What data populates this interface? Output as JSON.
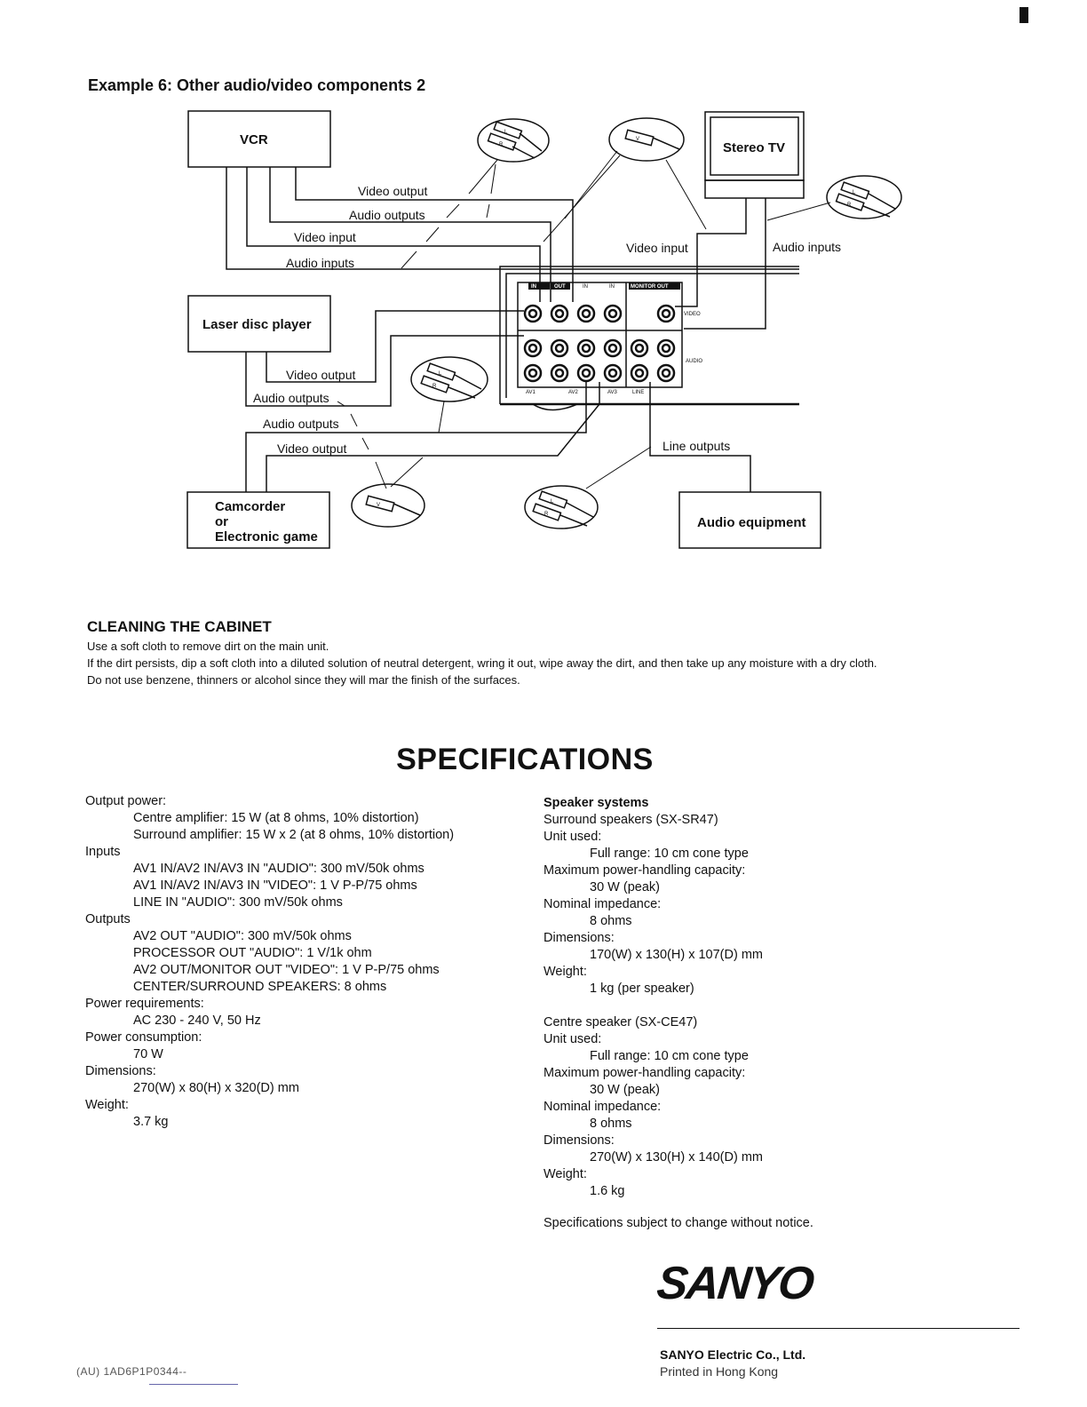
{
  "example_title": "Example 6: Other audio/video components 2",
  "diagram": {
    "vcr": "VCR",
    "stereo_tv": "Stereo TV",
    "laser_disc": "Laser disc player",
    "camcorder_lines": [
      "Camcorder",
      "or",
      "Electronic game"
    ],
    "audio_equipment": "Audio equipment",
    "wire_labels": {
      "vcr_video_output": "Video output",
      "vcr_audio_outputs": "Audio outputs",
      "vcr_video_input": "Video input",
      "vcr_audio_inputs": "Audio inputs",
      "tv_video_input": "Video input",
      "tv_audio_inputs": "Audio inputs",
      "ld_video_output": "Video output",
      "ld_audio_outputs": "Audio outputs",
      "cam_audio_outputs": "Audio outputs",
      "cam_video_output": "Video output",
      "line_outputs": "Line outputs"
    },
    "panel": {
      "in1": "IN",
      "out": "OUT",
      "in2": "IN",
      "in3": "IN",
      "monitor_out": "MONITOR OUT",
      "video": "VIDEO",
      "audio": "AUDIO",
      "av1": "AV1",
      "av2": "AV2",
      "av3": "AV3",
      "line": "LINE"
    },
    "plug_letters": {
      "l": "L",
      "r": "R",
      "v": "V"
    }
  },
  "cleaning": {
    "heading": "CLEANING THE CABINET",
    "lines": [
      "Use a soft cloth to remove dirt on the main unit.",
      "If the dirt persists, dip a soft cloth into a diluted solution of neutral detergent, wring it out, wipe away the dirt, and then take up any moisture with a dry cloth.",
      "Do not use benzene, thinners or alcohol since they will mar the finish of the surfaces."
    ]
  },
  "specifications": {
    "heading": "SPECIFICATIONS",
    "left": {
      "output_power": "Output power:",
      "centre_amp": "Centre amplifier: 15 W (at 8 ohms, 10% distortion)",
      "surround_amp": "Surround amplifier: 15 W x 2 (at 8 ohms, 10% distortion)",
      "inputs": "Inputs",
      "in_audio": "AV1 IN/AV2 IN/AV3 IN \"AUDIO\": 300 mV/50k ohms",
      "in_video": "AV1 IN/AV2 IN/AV3 IN \"VIDEO\": 1 V P-P/75 ohms",
      "line_in": "LINE IN \"AUDIO\": 300 mV/50k ohms",
      "outputs": "Outputs",
      "av2_out_audio": "AV2 OUT \"AUDIO\": 300 mV/50k ohms",
      "processor_out": "PROCESSOR OUT \"AUDIO\": 1 V/1k ohm",
      "monitor_out_video": "AV2 OUT/MONITOR OUT \"VIDEO\": 1 V P-P/75 ohms",
      "speakers": "CENTER/SURROUND SPEAKERS: 8 ohms",
      "power_req": "Power requirements:",
      "power_req_val": "AC 230 - 240 V, 50 Hz",
      "power_cons": "Power consumption:",
      "power_cons_val": "70 W",
      "dimensions": "Dimensions:",
      "dimensions_val": "270(W) x 80(H) x 320(D) mm",
      "weight": "Weight:",
      "weight_val": "3.7  kg"
    },
    "right": {
      "speaker_systems": "Speaker systems",
      "surround_model": "Surround speakers (SX-SR47)",
      "unit_used": "Unit used:",
      "unit_val": "Full range: 10 cm cone type",
      "max_power": "Maximum power-handling capacity:",
      "max_power_val": "30 W (peak)",
      "impedance": "Nominal impedance:",
      "impedance_val": "8 ohms",
      "dimensions": "Dimensions:",
      "surround_dim_val": "170(W) x 130(H) x 107(D) mm",
      "weight": "Weight:",
      "surround_weight_val": "1 kg (per speaker)",
      "centre_model": "Centre speaker (SX-CE47)",
      "centre_dim_val": "270(W) x 130(H) x 140(D) mm",
      "centre_weight_val": "1.6 kg"
    },
    "note": "Specifications subject to change without notice."
  },
  "footer": {
    "logo": "SANYO",
    "company": "SANYO Electric Co., Ltd.",
    "printed": "Printed in Hong Kong",
    "code": "(AU) 1AD6P1P0344--"
  }
}
